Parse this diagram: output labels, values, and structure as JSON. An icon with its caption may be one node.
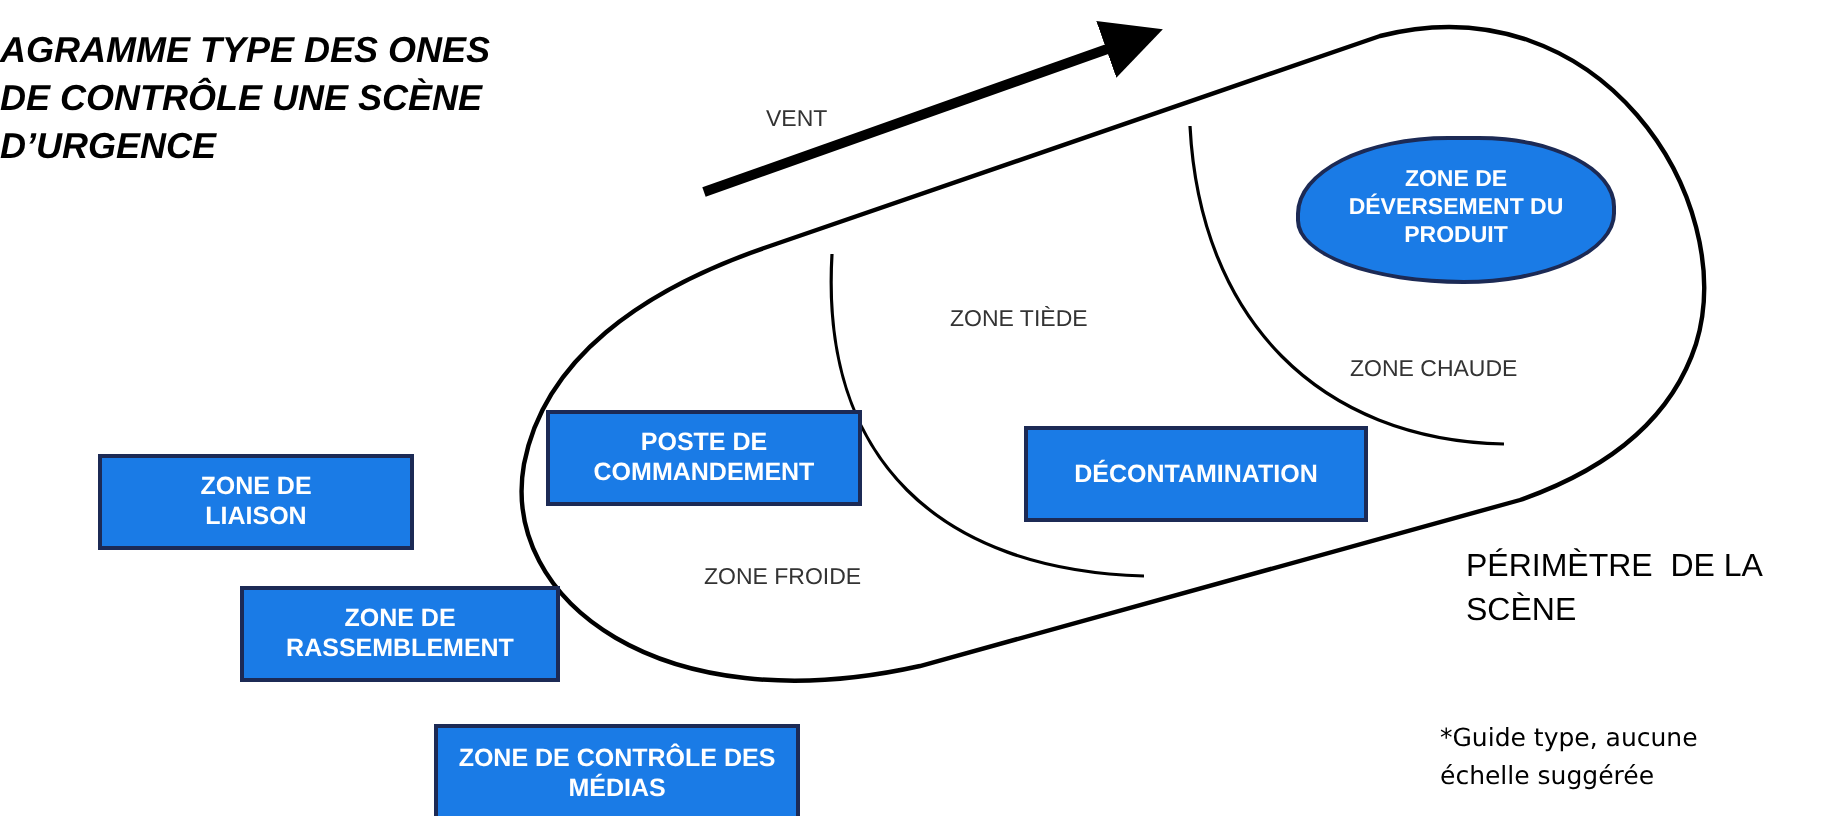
{
  "diagram": {
    "title": "AGRAMME TYPE DES ONES DE CONTRÔLE UNE SCÈNE D’URGENCE",
    "nodes": [
      {
        "text": [
          "ZONE FROIDE"
        ],
        "beside": [
          "PÉRIMÈTRE  DE LA SCÈNE"
        ]
      },
      {
        "text": [
          "ZONE DE DÉVERSEMENT DU PRODUIT"
        ],
        "in": 0
      },
      {
        "text": [
          "POSTE DE COMMANDEMENT"
        ],
        "in": 0
      },
      {
        "text": [
          "DÉCONTAMINATION"
        ],
        "in": 0
      },
      {
        "text": [
          "ZONE DE LIAISON"
        ]
      },
      {
        "text": [
          "ZONE DE RASSEMBLEMENT"
        ]
      },
      {
        "text": [
          "ZONE DE CONTRÔLE DES MÉDIAS"
        ]
      }
    ],
    "edges": [],
    "labels": [
      "VENT",
      "ZONE TIÈDE",
      "ZONE CHAUDE",
      "*Guide type, aucune échelle suggérée"
    ]
  }
}
